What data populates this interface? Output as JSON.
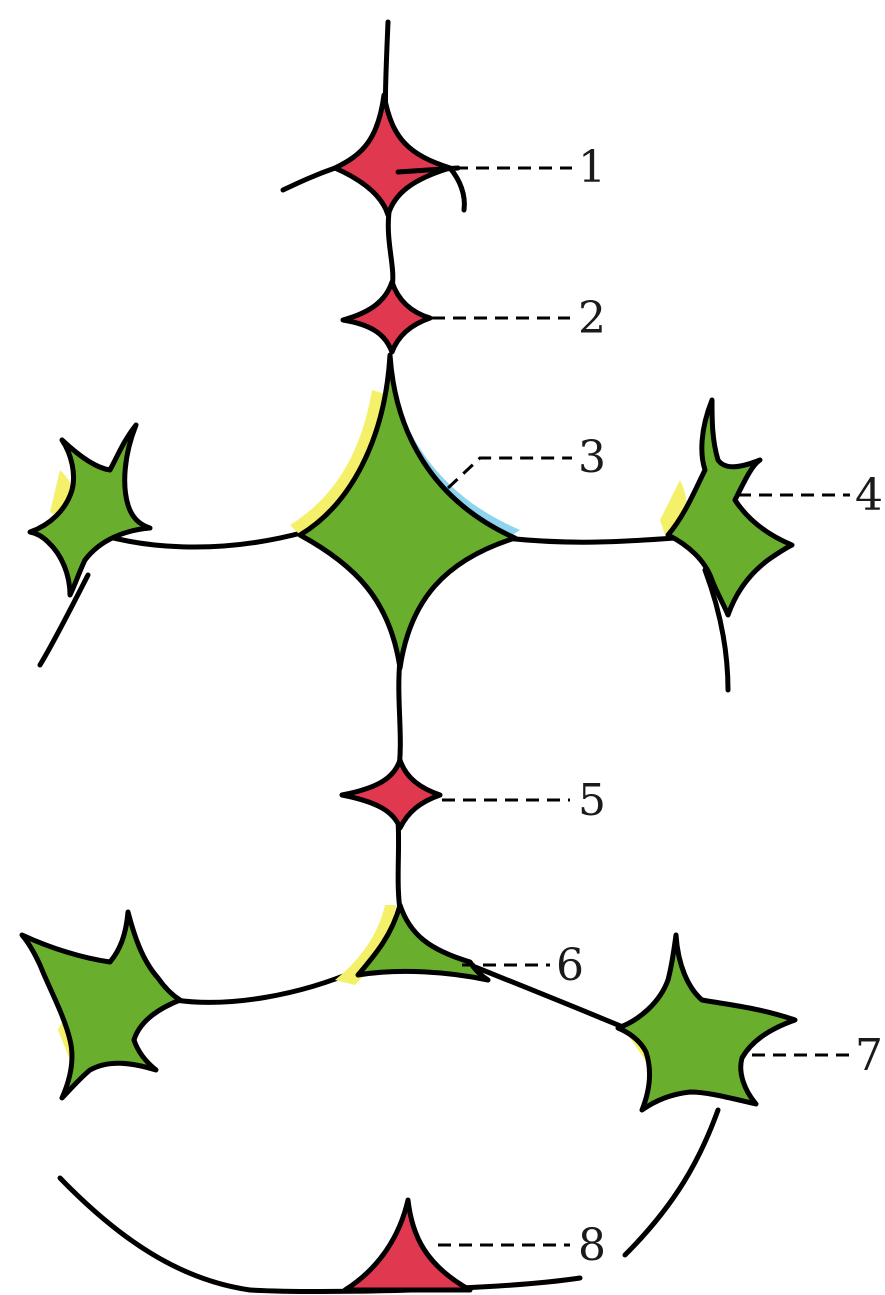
{
  "colors": {
    "red_node": "#e0384f",
    "green_node": "#6aae2e",
    "yellow_glow": "#f4f06a",
    "blue_glow": "#8fd4ee",
    "line": "#000000"
  },
  "labels": {
    "l1": "1",
    "l2": "2",
    "l3": "3",
    "l4": "4",
    "l5": "5",
    "l6": "6",
    "l7": "7",
    "l8": "8"
  }
}
